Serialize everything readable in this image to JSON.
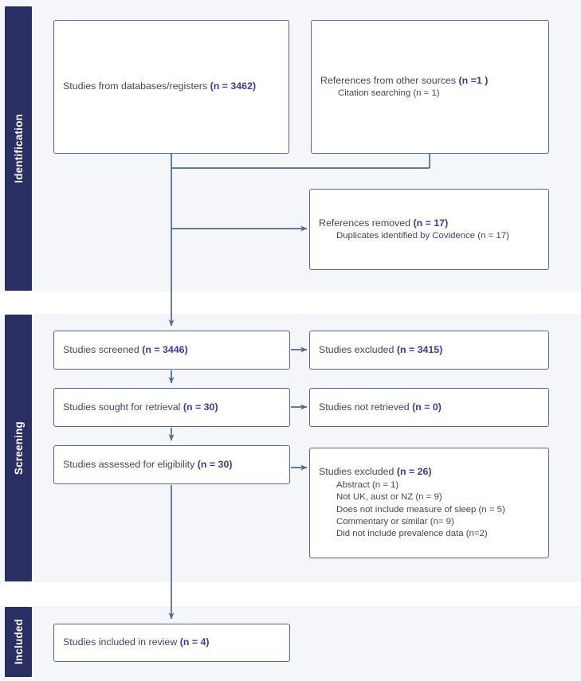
{
  "figure": {
    "type": "prisma-flow-diagram",
    "accent_navy": "#2a2f63",
    "box_border": "#51688c",
    "number_color": "#3b3b94",
    "text_color": "#40475a",
    "background": "#f4f6fa"
  },
  "stages": [
    {
      "id": "identification",
      "label": "Identification"
    },
    {
      "id": "screening",
      "label": "Screening"
    },
    {
      "id": "included",
      "label": "Included"
    }
  ],
  "boxes": {
    "databases": {
      "main_text": "Studies from databases/registers ",
      "main_number": "(n = 3462)"
    },
    "other_sources": {
      "main_text": "References from other sources ",
      "main_number": "(n =1 )",
      "sub_items": [
        "Citation searching (n = 1)"
      ]
    },
    "references_removed": {
      "main_text": "References removed ",
      "main_number": "(n = 17)",
      "sub_items": [
        "Duplicates identified by Covidence (n = 17)"
      ]
    },
    "screened": {
      "main_text": "Studies screened ",
      "main_number": "(n = 3446)"
    },
    "excluded_screened": {
      "main_text": "Studies excluded ",
      "main_number": "(n = 3415)"
    },
    "sought_retrieval": {
      "main_text": "Studies sought for retrieval ",
      "main_number": "(n = 30)"
    },
    "not_retrieved": {
      "main_text": "Studies not retrieved ",
      "main_number": "(n = 0)"
    },
    "assessed_eligibility": {
      "main_text": "Studies assessed for eligibility ",
      "main_number": "(n = 30)"
    },
    "excluded_eligibility": {
      "main_text": "Studies excluded ",
      "main_number": "(n = 26)",
      "sub_items": [
        "Abstract (n = 1)",
        "Not UK, aust or NZ (n = 9)",
        "Does not include measure of sleep (n = 5)",
        "Commentary or similar (n= 9)",
        "Did not include prevalence data (n=2)"
      ]
    },
    "included_review": {
      "main_text": "Studies included in review ",
      "main_number": "(n = 4)"
    }
  }
}
